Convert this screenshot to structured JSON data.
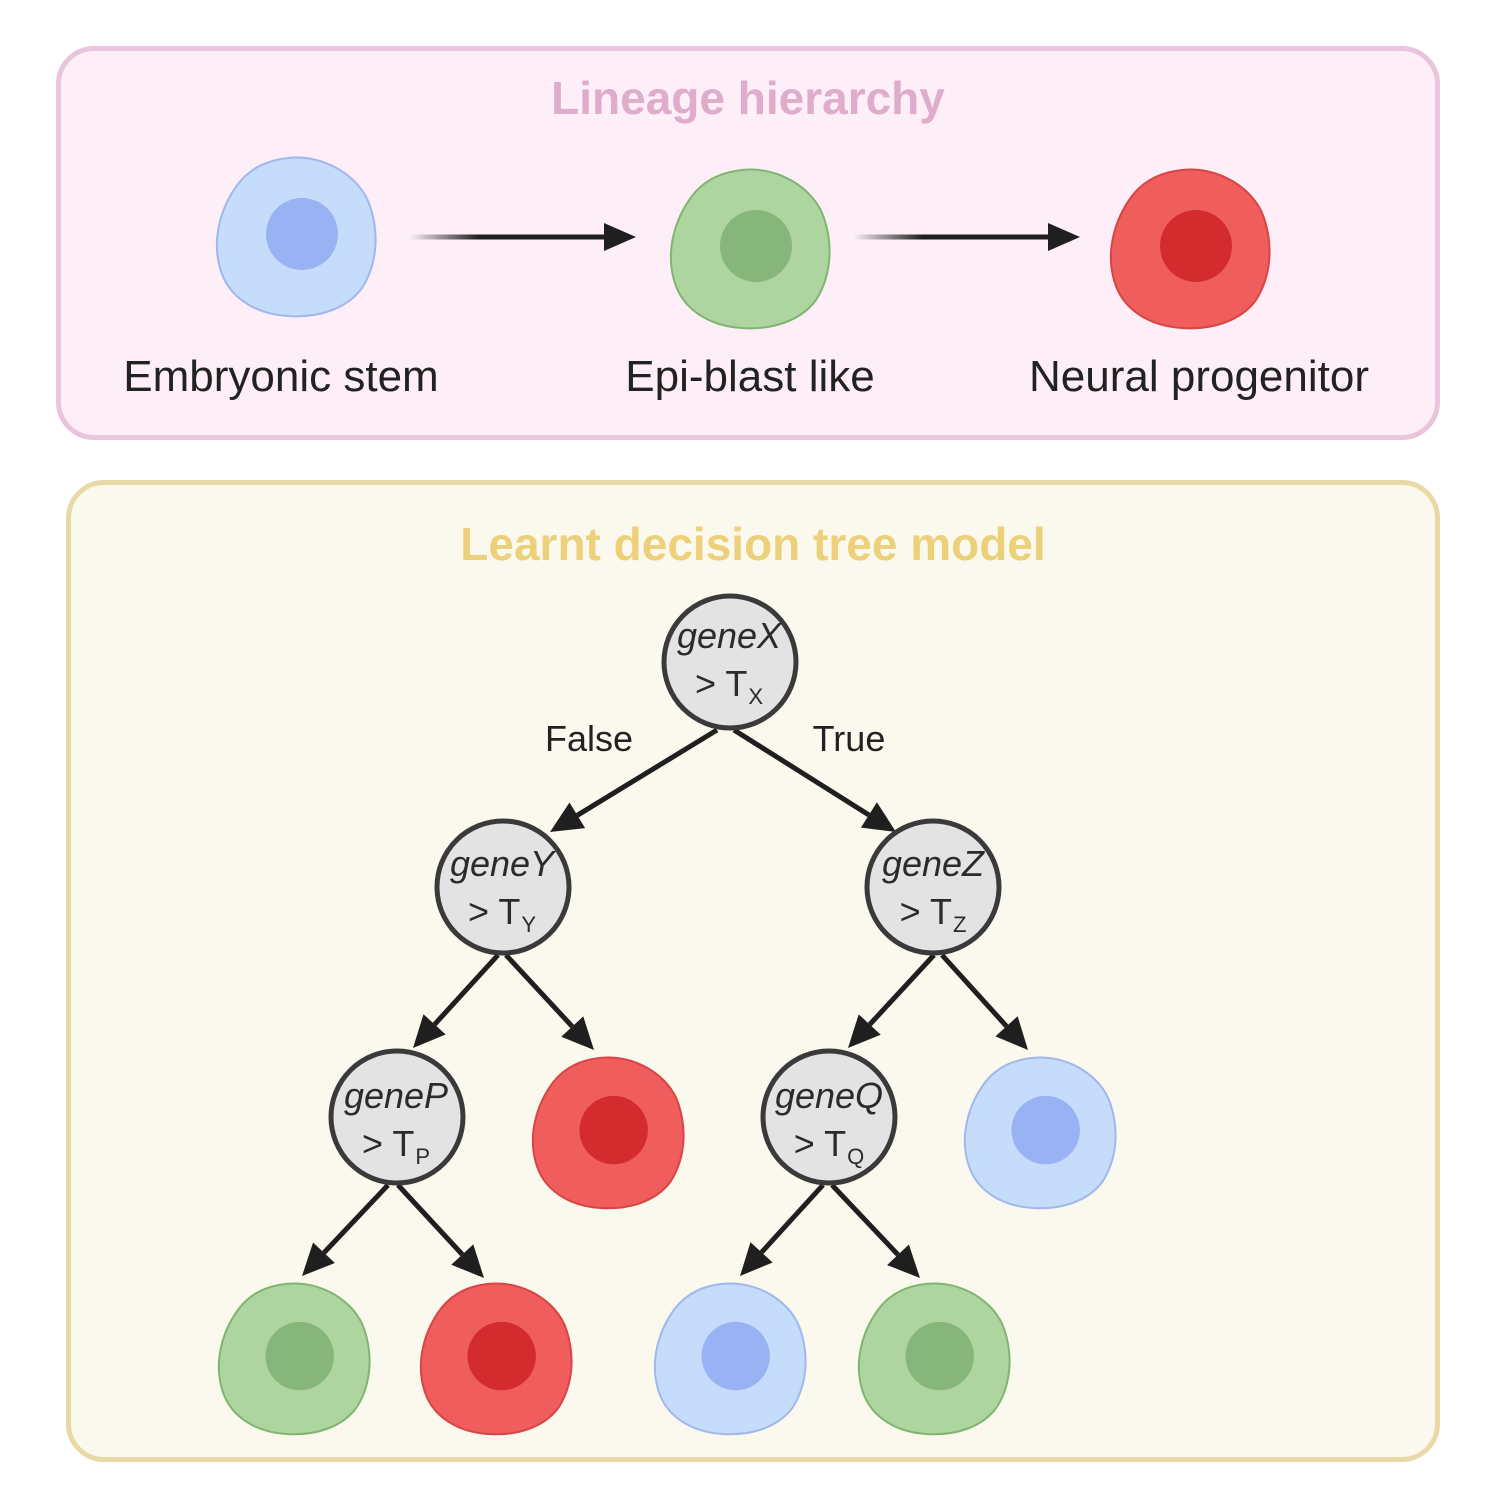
{
  "lineage": {
    "title": "Lineage hierarchy",
    "stages": [
      {
        "label": "Embryonic stem",
        "cell_type": "blue"
      },
      {
        "label": "Epi-blast like",
        "cell_type": "green"
      },
      {
        "label": "Neural progenitor",
        "cell_type": "red"
      }
    ]
  },
  "tree": {
    "title": "Learnt decision tree model",
    "branch_false": "False",
    "branch_true": "True",
    "nodes": {
      "root": {
        "gene": "geneX",
        "op": "> T",
        "sub": "X"
      },
      "left": {
        "gene": "geneY",
        "op": "> T",
        "sub": "Y"
      },
      "right": {
        "gene": "geneZ",
        "op": "> T",
        "sub": "Z"
      },
      "left_left": {
        "gene": "geneP",
        "op": "> T",
        "sub": "P"
      },
      "right_left": {
        "gene": "geneQ",
        "op": "> T",
        "sub": "Q"
      }
    },
    "leaves": {
      "left_right": "red",
      "right_right": "blue",
      "p_false": "green",
      "p_true": "red",
      "q_false": "blue",
      "q_true": "green"
    }
  },
  "colors": {
    "blue": {
      "body": "#c6dcfb",
      "stroke": "#9fb8ee",
      "nucleus": "#98b2f3"
    },
    "green": {
      "body": "#aed5a0",
      "stroke": "#7fb66f",
      "nucleus": "#87b67b"
    },
    "red": {
      "body": "#ef5d5d",
      "stroke": "#d84545",
      "nucleus": "#d42c2e"
    }
  }
}
